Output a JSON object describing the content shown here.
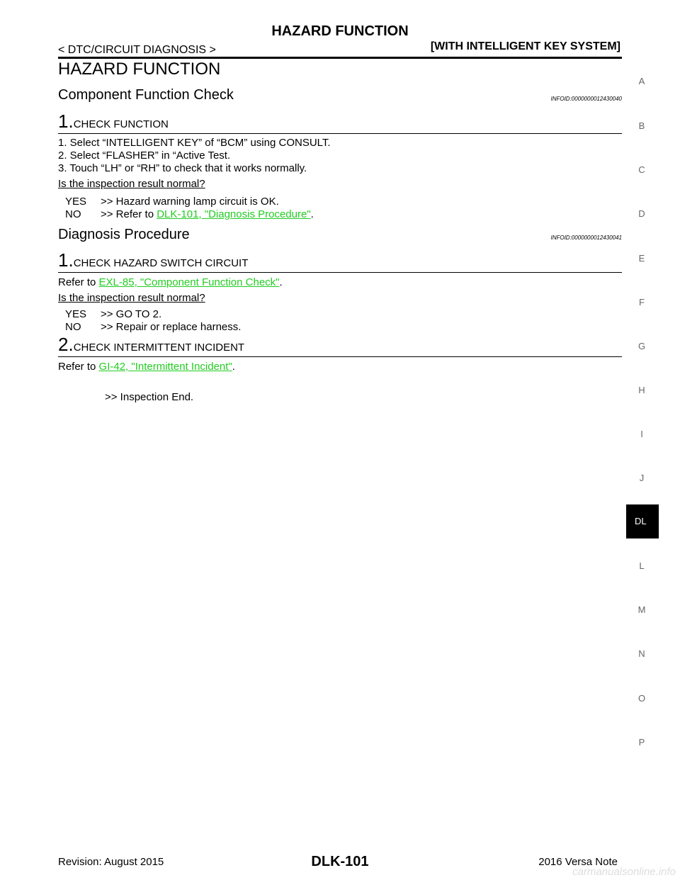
{
  "header": {
    "title": "HAZARD FUNCTION",
    "left": "< DTC/CIRCUIT DIAGNOSIS >",
    "right": "[WITH INTELLIGENT KEY SYSTEM]"
  },
  "page_heading": "HAZARD FUNCTION",
  "sections": {
    "s1": {
      "title": "Component  Function  Check",
      "infoid": "INFOID:0000000012430040",
      "step1": {
        "num": "1.",
        "text": "CHECK FUNCTION",
        "items": [
          "1.   Select “INTELLIGENT KEY” of “BCM” using CONSULT.",
          "2.   Select “FLASHER” in “Active Test.",
          "3.   Touch “LH” or “RH” to check that it works normally."
        ],
        "question": "Is the inspection result normal?",
        "yes_key": "YES",
        "yes_text": ">> Hazard warning lamp circuit is OK.",
        "no_key": "NO",
        "no_prefix": ">> Refer to ",
        "no_link": "DLK-101, \"Diagnosis Procedure\"",
        "no_suffix": "."
      }
    },
    "s2": {
      "title": "Diagnosis Procedure",
      "infoid": "INFOID:0000000012430041",
      "step1": {
        "num": "1.",
        "text": "CHECK HAZARD SWITCH CIRCUIT",
        "refer_prefix": "Refer to ",
        "refer_link": "EXL-85, \"Component Function Check\"",
        "refer_suffix": ".",
        "question": "Is the inspection result normal?",
        "yes_key": "YES",
        "yes_text": ">> GO TO 2.",
        "no_key": "NO",
        "no_text": ">> Repair or replace harness."
      },
      "step2": {
        "num": "2.",
        "text": "CHECK INTERMITTENT INCIDENT",
        "refer_prefix": "Refer to ",
        "refer_link": "GI-42, \"Intermittent Incident\"",
        "refer_suffix": ".",
        "end": ">> Inspection End."
      }
    }
  },
  "side_index": [
    "A",
    "B",
    "C",
    "D",
    "E",
    "F",
    "G",
    "H",
    "I",
    "J",
    "DL",
    "L",
    "M",
    "N",
    "O",
    "P"
  ],
  "footer": {
    "left": "Revision: August 2015",
    "center": "DLK-101",
    "right": "2016 Versa Note",
    "watermark": "carmanualsonline.info"
  },
  "colors": {
    "link": "#22cc22",
    "side_text": "#666666"
  }
}
